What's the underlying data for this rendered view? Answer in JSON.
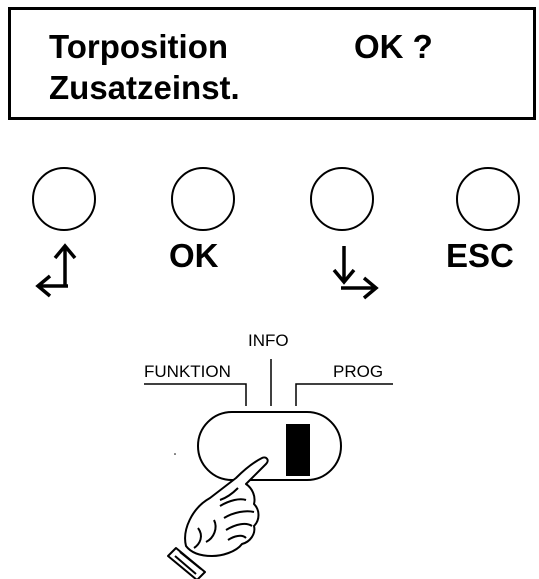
{
  "display": {
    "line1_left": "Torposition",
    "line1_right": "OK ?",
    "line2": "Zusatzeinst."
  },
  "buttons": [
    {
      "id": "up-left",
      "label": "",
      "icon": "arrow-up-left-icon"
    },
    {
      "id": "ok",
      "label": "OK",
      "icon": ""
    },
    {
      "id": "down-right",
      "label": "",
      "icon": "arrow-down-right-icon"
    },
    {
      "id": "esc",
      "label": "ESC",
      "icon": ""
    }
  ],
  "selector": {
    "left_label": "FUNKTION",
    "center_label": "INFO",
    "right_label": "PROG",
    "position": "PROG",
    "pointer_icon": "pointing-hand-icon"
  }
}
